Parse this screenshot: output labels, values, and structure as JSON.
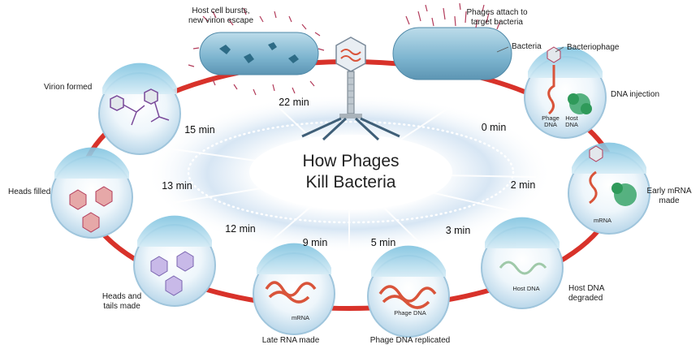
{
  "title_line1": "How Phages",
  "title_line2": "Kill Bacteria",
  "labels": {
    "host_cell_bursts_1": "Host cell bursts,",
    "host_cell_bursts_2": "new virion escape",
    "phages_attach_1": "Phages attach to",
    "phages_attach_2": "target bacteria",
    "bacteria": "Bacteria",
    "bacteriophage": "Bacteriophage",
    "dna_injection": "DNA injection",
    "early_mrna_1": "Early mRNA",
    "early_mrna_2": "made",
    "host_dna_degraded_1": "Host DNA",
    "host_dna_degraded_2": "degraded",
    "phage_dna_replicated": "Phage DNA replicated",
    "late_rna_made": "Late RNA made",
    "heads_tails_1": "Heads and",
    "heads_tails_2": "tails made",
    "heads_filled": "Heads filled",
    "virion_formed": "Virion formed"
  },
  "inner_labels": {
    "phage_dna_1": "Phage",
    "phage_dna_2": "DNA",
    "host_dna_1a": "Host",
    "host_dna_1b": "DNA",
    "mrna_early": "mRNA",
    "host_dna_degraded": "Host DNA",
    "phage_dna_rep": "Phage DNA",
    "mrna_late": "mRNA"
  },
  "times": {
    "t0": "0 min",
    "t2": "2 min",
    "t3": "3 min",
    "t5": "5 min",
    "t9": "9 min",
    "t12": "12 min",
    "t13": "13 min",
    "t15": "15 min",
    "t22": "22 min"
  },
  "colors": {
    "ring": "#d8322a",
    "dna_red": "#d9543a",
    "dna_green": "#2f9a5a",
    "cell_blue": "#7fbfd8",
    "sky_blue": "#c9e3f2"
  }
}
